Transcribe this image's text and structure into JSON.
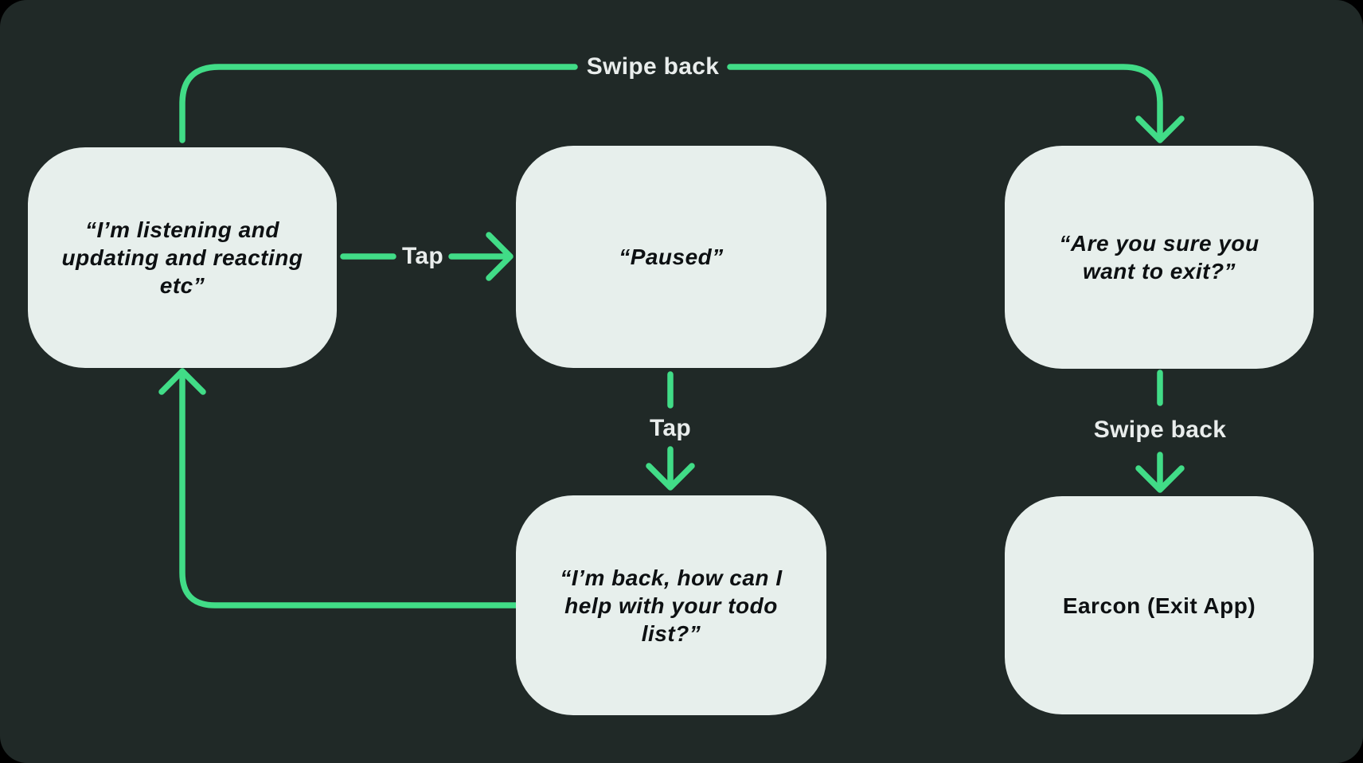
{
  "colors": {
    "background": "#202927",
    "node_fill": "#E7EFEC",
    "node_text": "#0D1012",
    "accent": "#41DC87",
    "label_text": "#E9EDEC",
    "outer_background": "#000000"
  },
  "diagram": {
    "type": "flowchart",
    "nodes": [
      {
        "id": "listening",
        "label": "“I’m listening and updating and reacting etc”"
      },
      {
        "id": "paused",
        "label": "“Paused”"
      },
      {
        "id": "exit-confirm",
        "label": "“Are you sure you want to exit?”"
      },
      {
        "id": "back",
        "label": "“I’m back, how can I help with your todo list?”"
      },
      {
        "id": "earcon",
        "label": "Earcon (Exit App)"
      }
    ],
    "edges": [
      {
        "id": "swipe-back-top",
        "label": "Swipe back",
        "from": "listening",
        "to": "exit-confirm"
      },
      {
        "id": "tap-right",
        "label": "Tap",
        "from": "listening",
        "to": "paused"
      },
      {
        "id": "tap-down",
        "label": "Tap",
        "from": "paused",
        "to": "back"
      },
      {
        "id": "swipe-back-bottom",
        "label": "Swipe back",
        "from": "exit-confirm",
        "to": "earcon"
      },
      {
        "id": "loop-back",
        "label": "",
        "from": "back",
        "to": "listening"
      }
    ]
  }
}
